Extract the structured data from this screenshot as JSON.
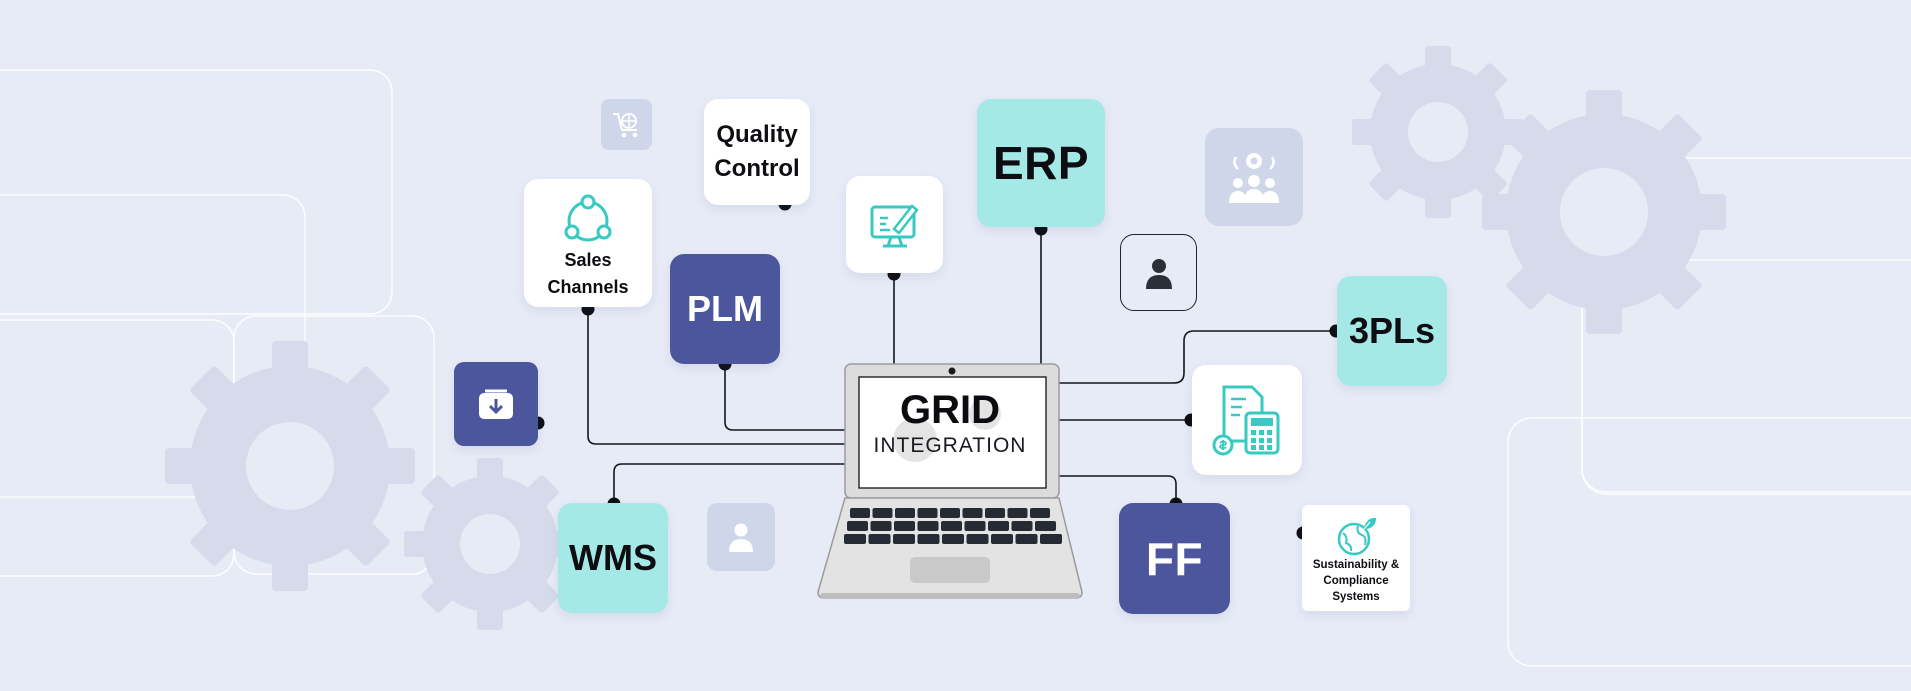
{
  "nodes": {
    "quality_control": [
      "Quality",
      "Control"
    ],
    "erp": "ERP",
    "sales_channels": [
      "Sales",
      "Channels"
    ],
    "plm": "PLM",
    "threepls": "3PLs",
    "wms": "WMS",
    "ff": "FF",
    "sustainability": [
      "Sustainability &",
      "Compliance",
      "Systems"
    ]
  },
  "laptop": {
    "title": "GRID",
    "subtitle": "INTEGRATION"
  },
  "icons": {
    "sales_channels": "network-nodes-icon",
    "design": "monitor-pen-icon",
    "cart": "shopping-cart-globe-icon",
    "team": "team-gear-icon",
    "user": "user-icon",
    "download": "download-box-icon",
    "invoice": "invoice-calculator-icon",
    "person": "person-icon",
    "globe": "eco-globe-icon"
  },
  "colors": {
    "background": "#e7ebf6",
    "teal": "#a5e9e6",
    "navy": "#4c569c",
    "icon_teal": "#38c9c2",
    "line": "#15151c"
  }
}
